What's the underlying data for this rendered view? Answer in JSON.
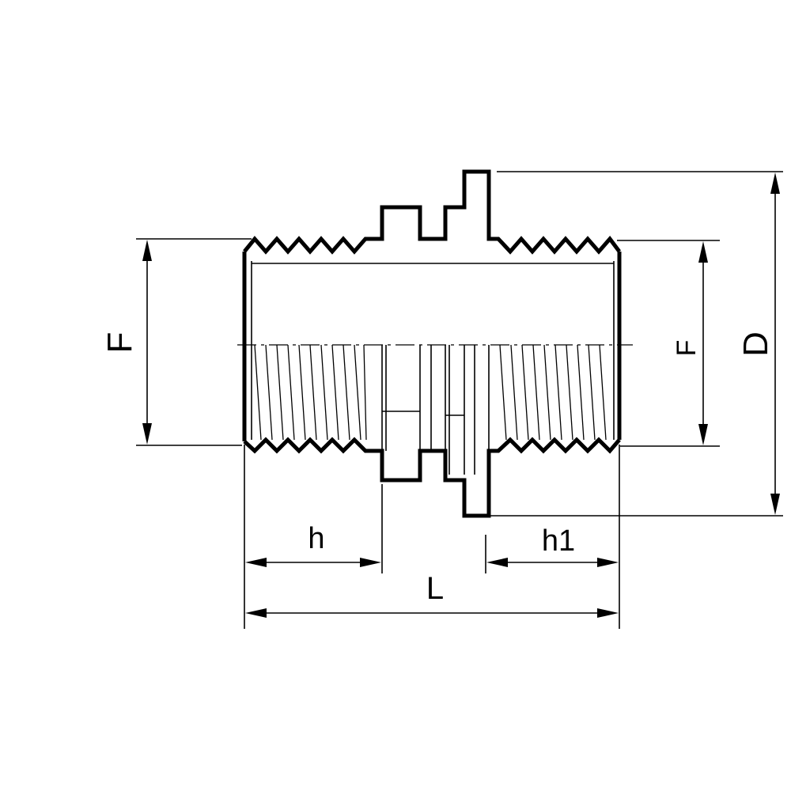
{
  "drawing": {
    "subject": "threaded-nipple-fitting",
    "dimensions": {
      "F_left": "F",
      "F_right": "F",
      "D": "D",
      "h": "h",
      "h1": "h1",
      "L": "L"
    }
  }
}
